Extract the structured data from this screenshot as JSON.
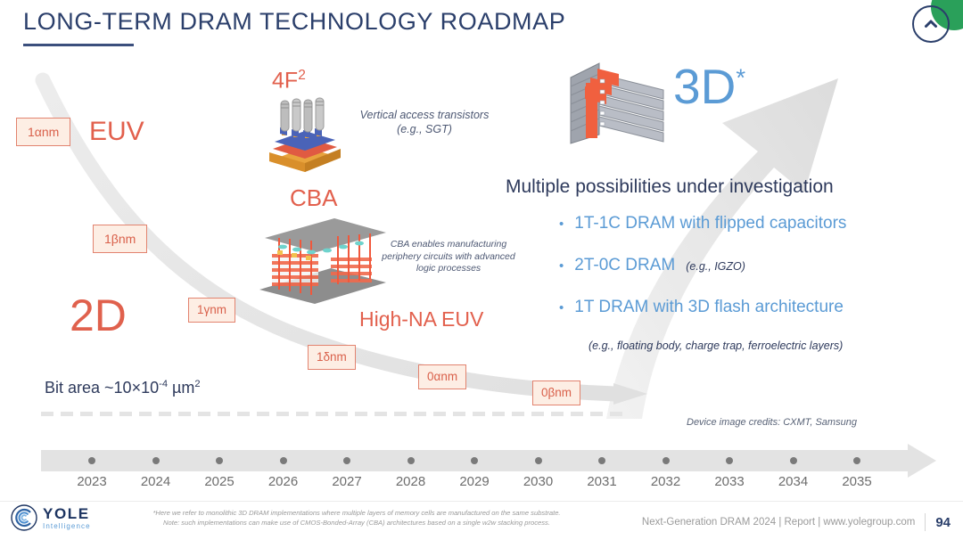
{
  "header": {
    "title": "LONG-TERM DRAM TECHNOLOGY ROADMAP",
    "nav_icon": "chevron-up-circle-icon"
  },
  "nodes": [
    {
      "label": "1αnm"
    },
    {
      "label": "1βnm"
    },
    {
      "label": "1γnm"
    },
    {
      "label": "1δnm"
    },
    {
      "label": "0αnm"
    },
    {
      "label": "0βnm"
    }
  ],
  "labels": {
    "euv": "EUV",
    "two_d": "2D",
    "four_f2_base": "4F",
    "four_f2_sup": "2",
    "cba": "CBA",
    "high_na_euv": "High-NA EUV",
    "three_d_base": "3D",
    "three_d_sup": "*"
  },
  "annotations": {
    "sgt": "Vertical access transistors (e.g., SGT)",
    "cba": "CBA enables manufacturing periphery circuits with advanced logic processes",
    "credits": "Device image credits: CXMT, Samsung"
  },
  "right_panel": {
    "heading": "Multiple possibilities under investigation",
    "bullet_glyph": "•",
    "items": [
      {
        "text": "1T-1C DRAM with flipped capacitors",
        "note": ""
      },
      {
        "text": "2T-0C DRAM",
        "note": "(e.g., IGZO)"
      },
      {
        "text": "1T DRAM with 3D flash architecture",
        "note": ""
      }
    ],
    "footnote": "(e.g., floating body, charge trap, ferroelectric layers)"
  },
  "bit_area": {
    "prefix": "Bit area ~10×10",
    "exponent": "-4",
    "unit": " µm",
    "unit_sup": "2"
  },
  "timeline": {
    "years": [
      "2023",
      "2024",
      "2025",
      "2026",
      "2027",
      "2028",
      "2029",
      "2030",
      "2031",
      "2032",
      "2033",
      "2034",
      "2035"
    ]
  },
  "footer": {
    "logo_name": "YOLE",
    "logo_sub": "Intelligence",
    "logo_icon": "yole-spiral-icon",
    "footnote_line1": "*Here we refer to monolithic 3D DRAM implementations where multiple layers of memory cells are manufactured on the same substrate.",
    "footnote_line2": "Note: such implementations can make use of CMOS-Bonded-Array (CBA) architectures based on a single w2w stacking process.",
    "source": "Next-Generation DRAM 2024 | Report | www.yolegroup.com",
    "page": "94"
  },
  "colors": {
    "navy": "#2b3f6b",
    "coral": "#e2604d",
    "node_fill": "#fdeee4",
    "node_border": "#e2836f",
    "blue": "#5b9bd5",
    "green": "#2aa05a",
    "gray": "#e3e3e3"
  }
}
